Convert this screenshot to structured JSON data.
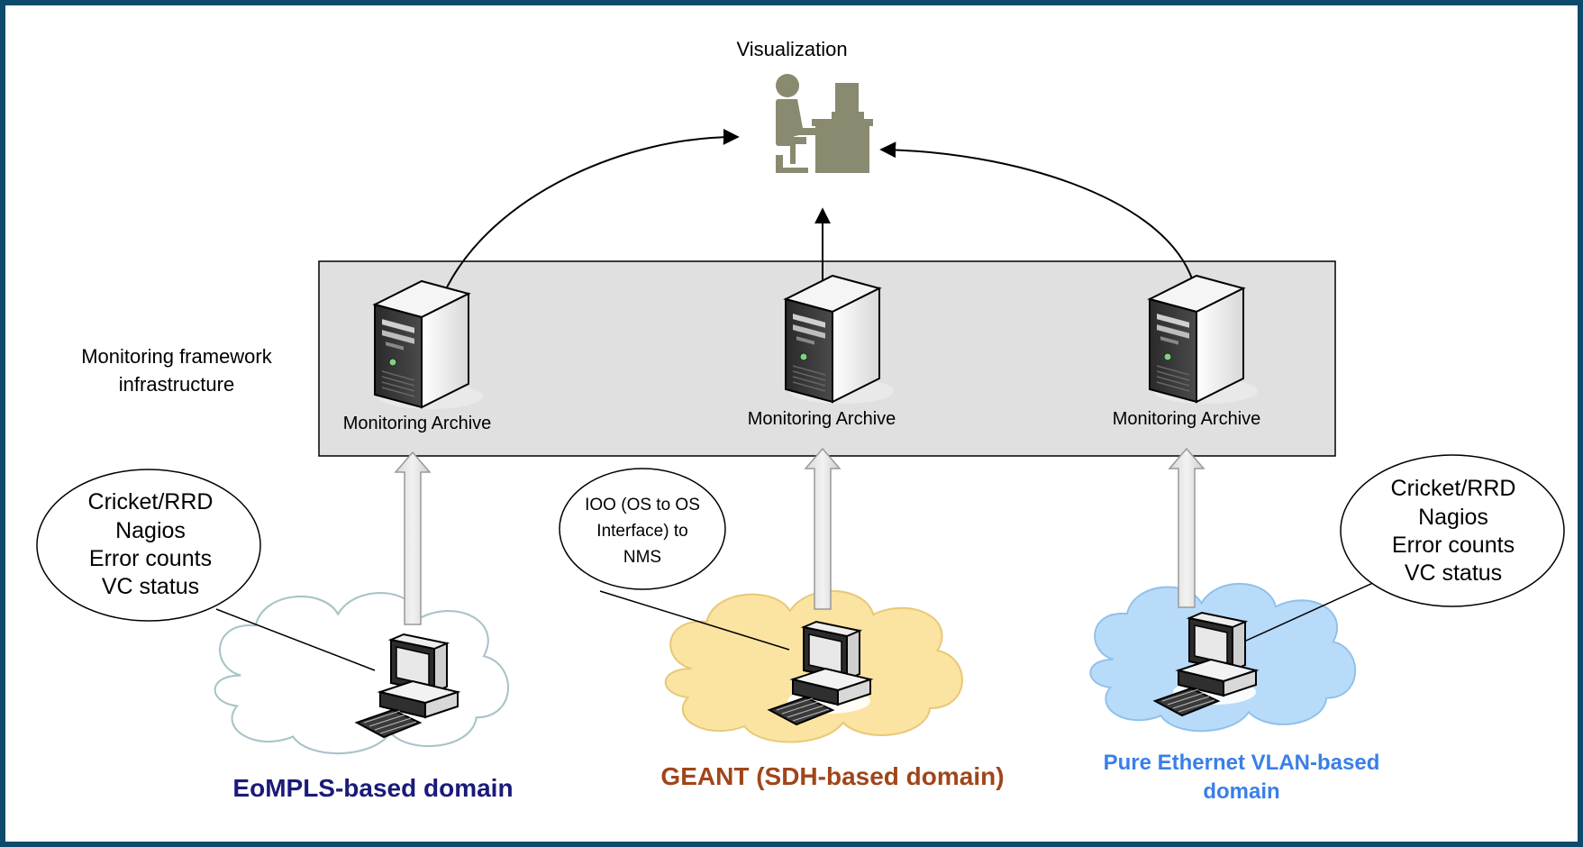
{
  "title": "Visualization",
  "framework_label": [
    "Monitoring framework",
    "infrastructure"
  ],
  "archives": [
    {
      "label": "Monitoring Archive"
    },
    {
      "label": "Monitoring Archive"
    },
    {
      "label": "Monitoring Archive"
    }
  ],
  "bubbles": [
    {
      "lines": [
        "Cricket/RRD",
        "Nagios",
        "Error counts",
        "VC status"
      ]
    },
    {
      "lines": [
        "IOO (OS to OS",
        "Interface) to",
        "NMS"
      ]
    },
    {
      "lines": [
        "Cricket/RRD",
        "Nagios",
        "Error counts",
        "VC status"
      ]
    }
  ],
  "domains": [
    {
      "lines": [
        "EoMPLS-based domain"
      ],
      "color": "#1a1a7a",
      "cloud_fill": "#ffffff",
      "cloud_stroke": "#a8c4c8"
    },
    {
      "lines": [
        "GEANT (SDH-based domain)"
      ],
      "color": "#a0461a",
      "cloud_fill": "#fbe3a1",
      "cloud_stroke": "#e8c978"
    },
    {
      "lines": [
        "Pure Ethernet VLAN-based",
        "domain"
      ],
      "color": "#3a7fe8",
      "cloud_fill": "#b8dbfa",
      "cloud_stroke": "#8fc0ea"
    }
  ],
  "colors": {
    "background": "#0d4a6b",
    "framework_box": "#e0e0e0",
    "user_icon": "#8a8a70"
  },
  "icons": [
    "user-at-desk-icon",
    "server-icon",
    "workstation-icon",
    "cloud-icon"
  ]
}
